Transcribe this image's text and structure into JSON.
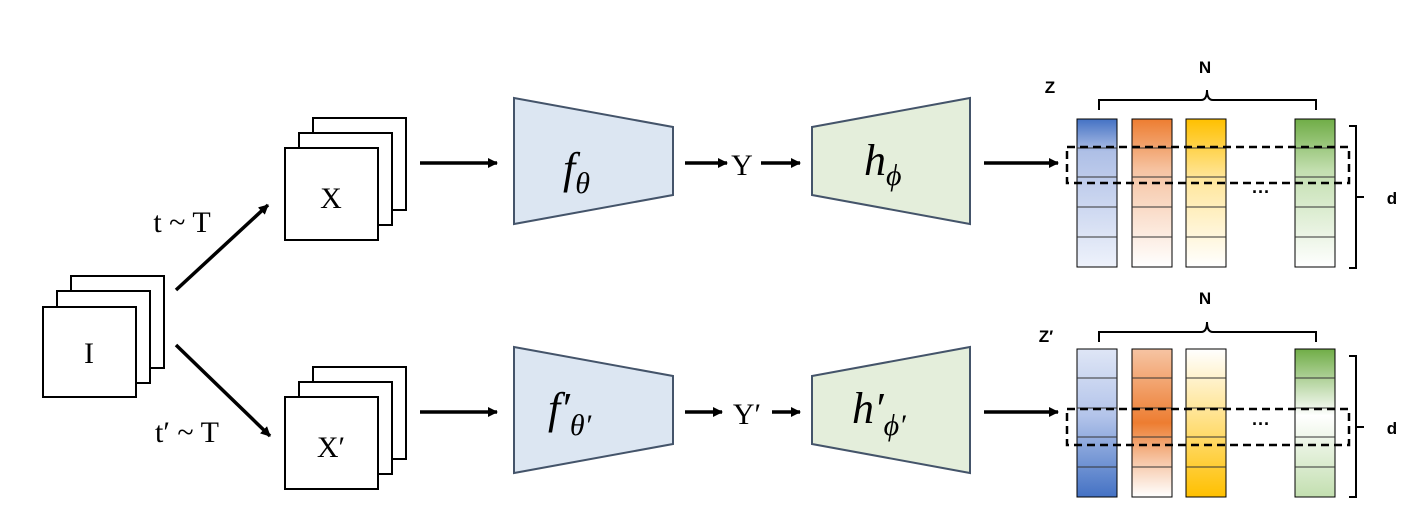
{
  "input": {
    "label": "I"
  },
  "top": {
    "transform_label": "t ~ T",
    "view_label": "X",
    "encoder": {
      "base": "f",
      "sub": "θ",
      "prime": ""
    },
    "representation": "Y",
    "projector": {
      "base": "h",
      "sub": "ϕ",
      "prime": ""
    },
    "matrix": {
      "label": "Z",
      "n_label": "N",
      "d_label": "d",
      "ellipsis": "···"
    }
  },
  "bottom": {
    "transform_label": "t′ ~ T",
    "view_label": "X′",
    "encoder": {
      "base": "f",
      "sub": "θ′",
      "prime": "′"
    },
    "representation": "Y′",
    "projector": {
      "base": "h",
      "sub": "ϕ′",
      "prime": "′"
    },
    "matrix": {
      "label": "Z′",
      "n_label": "N",
      "d_label": "d",
      "ellipsis": "···"
    }
  },
  "colors": {
    "encoder_fill": "#dce6f2",
    "projector_fill": "#e4eedb",
    "blue": "#4472c4",
    "orange": "#ed7d31",
    "yellow": "#ffc000",
    "green": "#70ad47",
    "stroke": "#000000"
  },
  "column_shades": {
    "top": {
      "blue": [
        "dark",
        "light",
        "light",
        "lighter",
        "lighter"
      ],
      "orange": [
        "dark",
        "light",
        "light",
        "lighter",
        "white"
      ],
      "yellow": [
        "dark",
        "light",
        "light",
        "lighter",
        "white"
      ],
      "green": [
        "dark",
        "light",
        "light",
        "lighter",
        "white"
      ]
    },
    "bottom": {
      "blue": [
        "light",
        "light",
        "medium",
        "dark",
        "dark"
      ],
      "orange": [
        "light",
        "dark",
        "dark",
        "lighter",
        "white"
      ],
      "yellow": [
        "white",
        "lighter",
        "medium",
        "dark",
        "dark"
      ],
      "green": [
        "dark",
        "light",
        "white",
        "lighter",
        "lighter"
      ]
    }
  }
}
